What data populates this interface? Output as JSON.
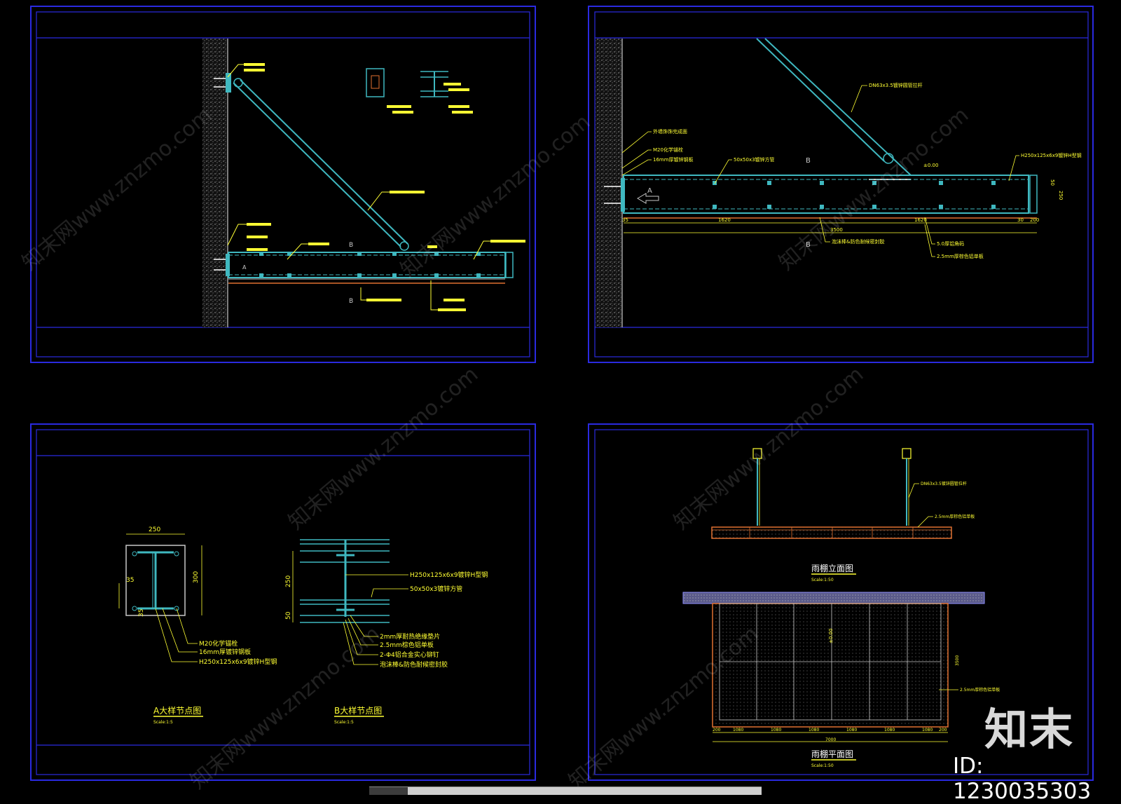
{
  "title_bar": {
    "title": "",
    "tabs": []
  },
  "drawing": {
    "panel_a": {
      "section_marks": [
        "B",
        "B"
      ],
      "arrow_label": "A"
    },
    "panel_b": {
      "section_marks": [
        "B",
        "B"
      ],
      "arrow_label": "A",
      "labels": [
        "DN63x3.5镀锌圆管拉杆",
        "外墙饰饰完成面",
        "M20化学锚栓",
        "16mm厚镀锌钢板",
        "50x50x3镀锌方管",
        "H250x125x6x9镀锌H型钢",
        "泡沫棒&防色耐候密封胶",
        "5.0厚铝角码",
        "2.5mm厚棕色铝单板"
      ],
      "level_mark": "±0.00",
      "dimensions": [
        "1620",
        "1620",
        "3500",
        "30",
        "200",
        "50",
        "250",
        "35"
      ]
    },
    "panel_c": {
      "detail_a": {
        "title": "A大样节点图",
        "scale": "Scale:1:5",
        "dims": [
          "250",
          "300",
          "35",
          "35"
        ],
        "labels": [
          "M20化学锚栓",
          "16mm厚镀锌钢板",
          "H250x125x6x9镀锌H型钢"
        ]
      },
      "detail_b": {
        "title": "B大样节点图",
        "scale": "Scale:1:5",
        "dims": [
          "250",
          "50"
        ],
        "labels": [
          "H250x125x6x9镀锌H型钢",
          "50x50x3镀锌方管",
          "2mm厚耐热绝缘垫片",
          "2.5mm棕色铝单板",
          "2-Φ4铝合金实心铆钉",
          "泡沫棒&防色耐候密封胶"
        ]
      }
    },
    "panel_d": {
      "elevation": {
        "title": "雨棚立面图",
        "scale": "Scale:1:50",
        "labels": [
          "DN63x3.5镀锌圆管拉杆",
          "2.5mm厚棕色铝单板"
        ]
      },
      "plan": {
        "title": "雨棚平面图",
        "scale": "Scale:1:50",
        "labels": [
          "2.5mm厚棕色铝单板"
        ],
        "dims": [
          "200",
          "1080",
          "1080",
          "1080",
          "1080",
          "1080",
          "1080",
          "200",
          "7000",
          "3500"
        ],
        "level_mark": "±0.00"
      }
    }
  },
  "watermark": {
    "text": "知末网www.znzmo.com"
  },
  "brand": {
    "logo_text": "知末",
    "image_id": "ID: 1230035303"
  },
  "colors": {
    "frame": "#2a2ae0",
    "cyan": "#3fb8c0",
    "yellow": "#ffff33",
    "orange": "#e07030",
    "grey": "#c8c8c8",
    "white": "#ffffff"
  }
}
